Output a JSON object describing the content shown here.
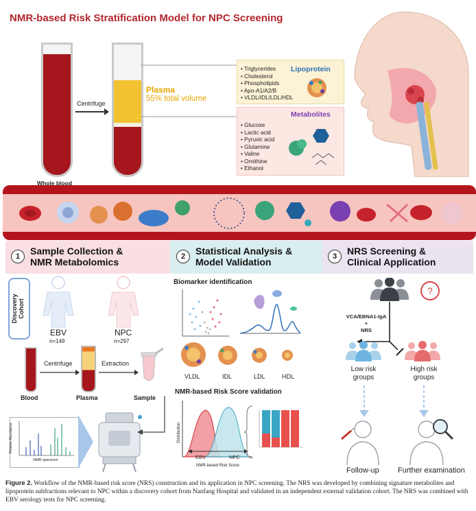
{
  "title": "NMR-based Risk Stratification Model for NPC Screening",
  "top": {
    "centrifuge": "Centrifuge",
    "whole_blood": "Whole blood",
    "plasma_label": "Plasma",
    "plasma_volume": "55% total volume",
    "lipoprotein": {
      "heading": "Lipoprotein",
      "items": [
        "Triglycerides",
        "Cholesterol",
        "Phospholipids",
        "Apo-A1/A2/B",
        "VLDL/IDL/LDL/HDL"
      ]
    },
    "metabolites": {
      "heading": "Metabolites",
      "items": [
        "Glucose",
        "Lactic acid",
        "Pyruvic acid",
        "Glutamine",
        "Valine",
        "Ornithine",
        "Ethanol"
      ]
    }
  },
  "panel1": {
    "number": "1",
    "heading_line1": "Sample Collection &",
    "heading_line2": "NMR Metabolomics",
    "cohort_line1": "Discovery",
    "cohort_line2": "Cohort",
    "ebv": "EBV",
    "ebv_n": "n=149",
    "npc": "NPC",
    "npc_n": "n=297",
    "centrifuge": "Centrifuge",
    "extraction": "Extraction",
    "blood": "Blood",
    "plasma": "Plasma",
    "sample": "Sample",
    "spectrum_ylabel": "Relative Abundance",
    "spectrum_xlabel": "NMR spectrum"
  },
  "panel2": {
    "number": "2",
    "heading_line1": "Statistical Analysis &",
    "heading_line2": "Model Validation",
    "biomarker": "Biomarker identification",
    "lipo_labels": [
      "VLDL",
      "IDL",
      "LDL",
      "HDL"
    ],
    "validation": "NMR-based Risk Score validation",
    "dist_ylabel": "Distribution",
    "dist_xlabel": "NMR-based Risk Score",
    "ebv": "EBV",
    "npc": "NPC"
  },
  "panel3": {
    "number": "3",
    "heading_line1": "NRS Screening &",
    "heading_line2": "Clinical Application",
    "question": "?",
    "test_line1": "VCA/EBNA1-IgA",
    "test_plus": "+",
    "test_line2": "NRS",
    "low_line1": "Low risk",
    "low_line2": "groups",
    "high_line1": "High risk",
    "high_line2": "groups",
    "follow_up": "Follow-up",
    "further": "Further examination"
  },
  "caption": {
    "label": "Figure 2.",
    "text": "Workflow of the NMR-based risk score (NRS) construction and its application in NPC screening. The NRS was developed by combining signature metabolites and lipoprotein subfractions relevant to NPC within a discovery cohort from Nanfang Hospital and validated in an independent external validation cohort. The NRS was combined with EBV serology tests for NPC screening."
  },
  "colors": {
    "title_red": "#b3262e",
    "blood_red": "#a5161d",
    "plasma_yellow": "#f2c230",
    "panel1_bg": "#f9dfe3",
    "panel2_bg": "#d9eef0",
    "panel3_bg": "#ece3f1",
    "lipoprotein_accent": "#2c6fb7",
    "metabolites_accent": "#7a3fb0",
    "follow_green": "#8fd1b8",
    "high_red": "#e66b6b"
  }
}
